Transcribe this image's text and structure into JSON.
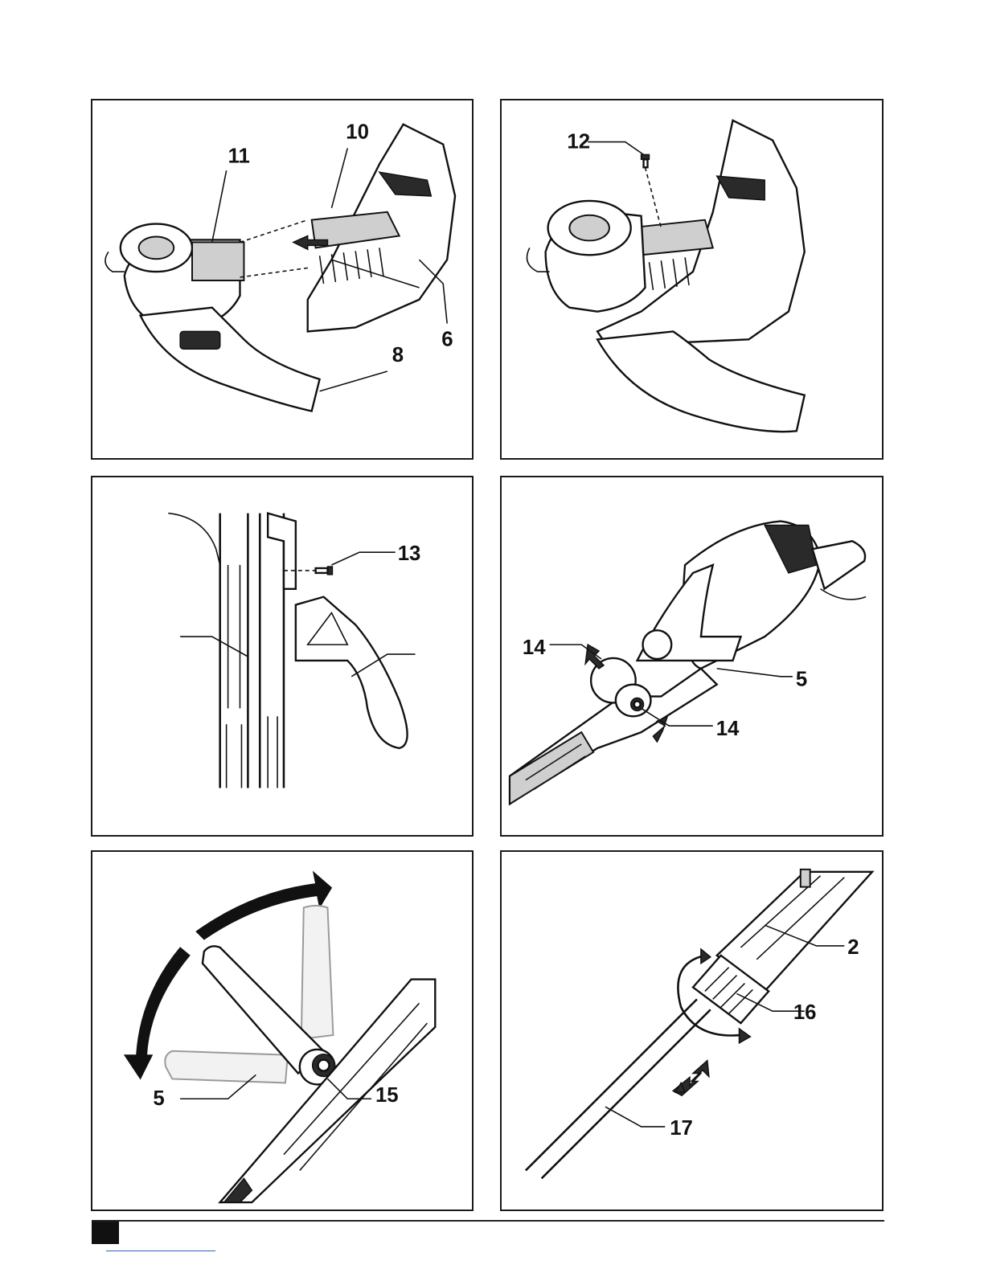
{
  "figure_1": {
    "labels": {
      "l11": "11",
      "l10": "10",
      "l6": "6",
      "l8": "8"
    }
  },
  "figure_2": {
    "labels": {
      "l12": "12"
    }
  },
  "figure_3": {
    "labels": {
      "l13": "13"
    }
  },
  "figure_4": {
    "labels": {
      "l14a": "14",
      "l5": "5",
      "l14b": "14"
    }
  },
  "figure_5": {
    "labels": {
      "l5": "5",
      "l15": "15"
    }
  },
  "figure_6": {
    "labels": {
      "l2": "2",
      "l16": "16",
      "l17": "17"
    }
  },
  "colors": {
    "line": "#111111",
    "fill": "#cfcfcf",
    "link": "#3d5fb0"
  }
}
